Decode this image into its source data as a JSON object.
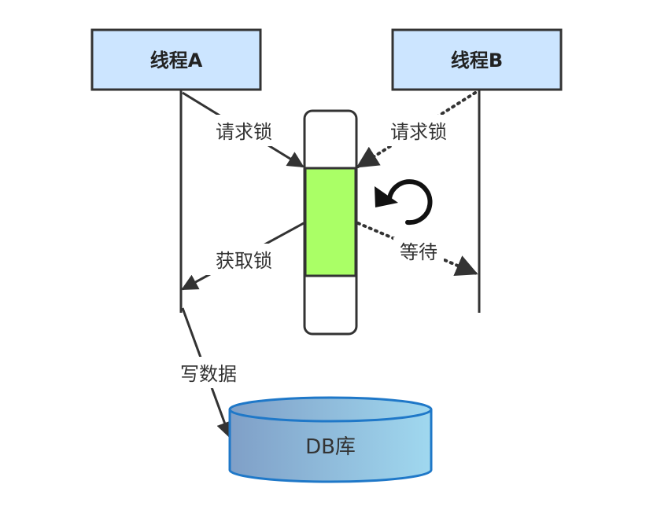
{
  "threads": {
    "a": {
      "label": "线程A"
    },
    "b": {
      "label": "线程B"
    }
  },
  "edges": {
    "a_request": "请求锁",
    "b_request": "请求锁",
    "a_acquire": "获取锁",
    "b_wait": "等待",
    "write_data": "写数据"
  },
  "database": {
    "label": "DB库"
  },
  "colors": {
    "thread_box_fill": "#cce5ff",
    "thread_box_stroke": "#333333",
    "lock_active_fill": "#aaff66",
    "lock_frame_fill": "#ffffff",
    "db_gradient_start": "#7f9fc7",
    "db_gradient_end": "#9fd6ee",
    "db_stroke": "#1f78c8",
    "line": "#333333"
  },
  "icons": {
    "wait": "rotate-ccw-icon"
  }
}
